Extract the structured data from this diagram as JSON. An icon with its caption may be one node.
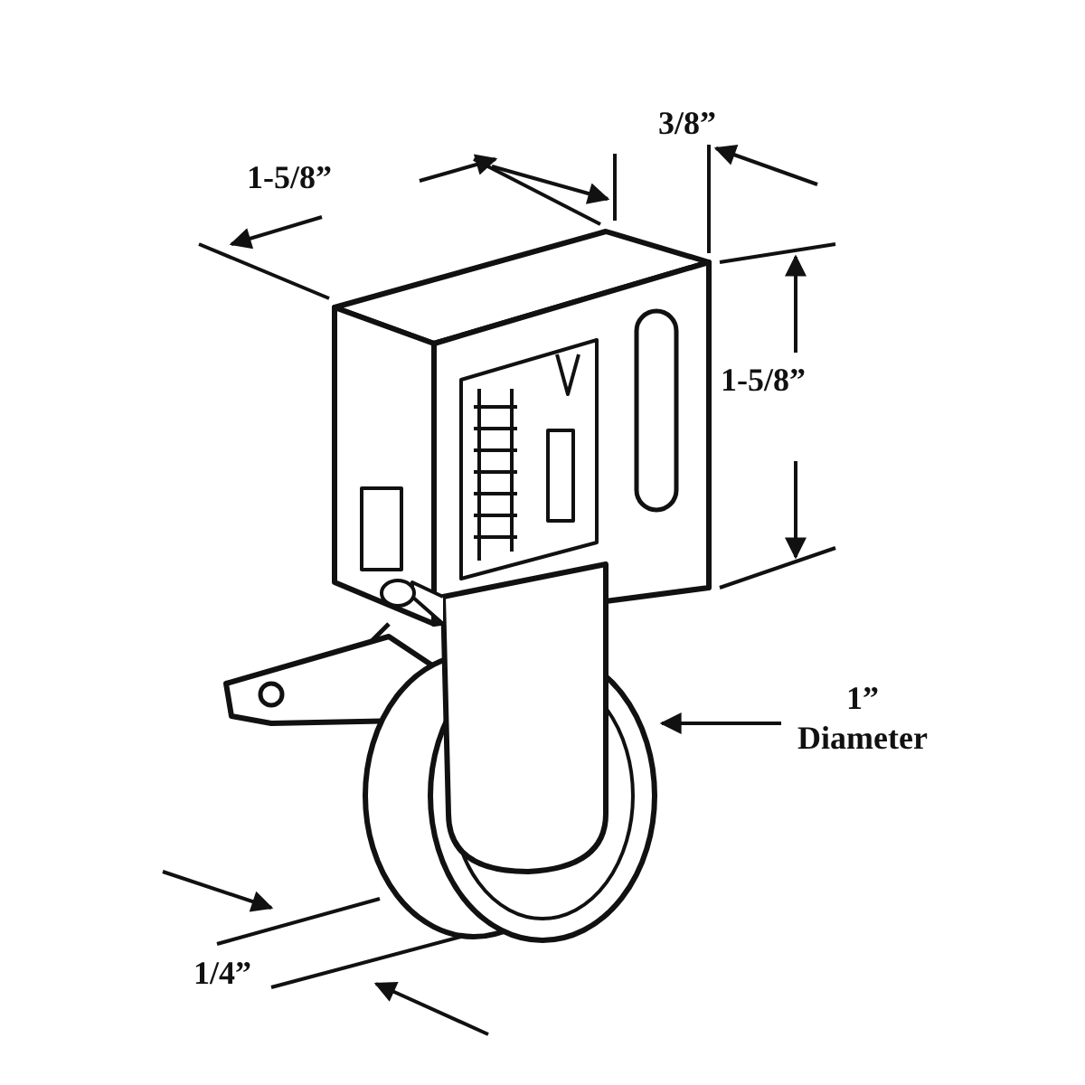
{
  "diagram": {
    "labels": [
      "3/8”",
      "1-5/8”",
      "1-5/8”",
      "1” Diameter",
      "1/4”"
    ]
  }
}
